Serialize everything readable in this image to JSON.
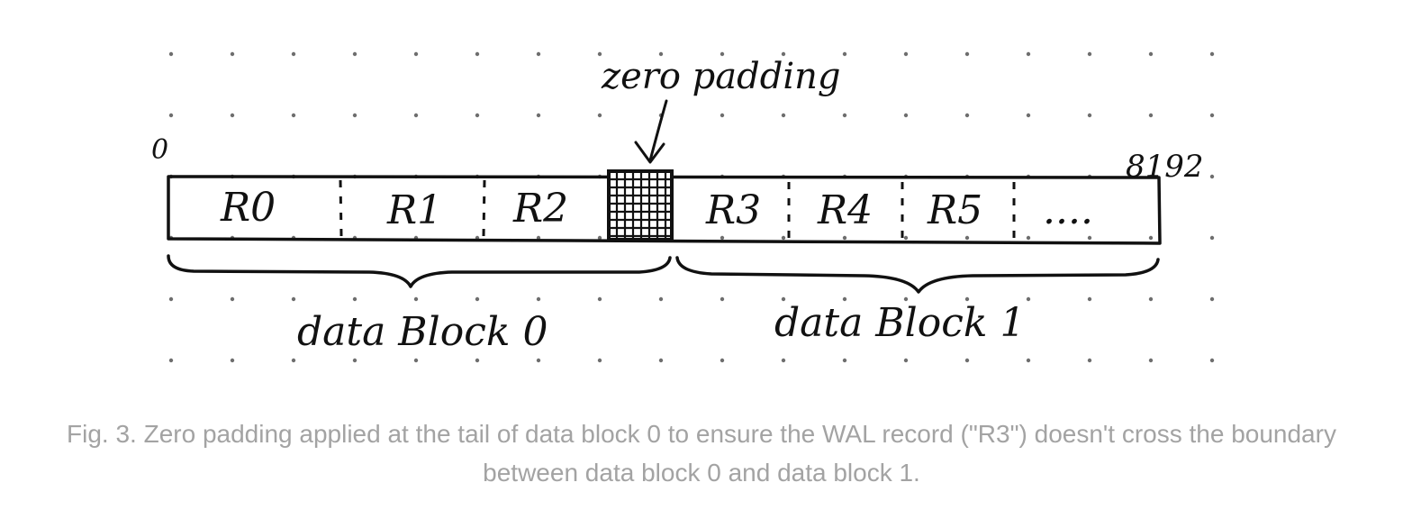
{
  "diagram": {
    "start_offset": "0",
    "end_offset": "8192",
    "padding_label": "zero padding",
    "block0": {
      "label": "data Block 0",
      "records": [
        "R0",
        "R1",
        "R2"
      ]
    },
    "block1": {
      "label": "data Block 1",
      "records": [
        "R3",
        "R4",
        "R5",
        "...."
      ]
    }
  },
  "caption": "Fig. 3. Zero padding applied at the tail of data block 0 to ensure the WAL record (\"R3\") doesn't cross the boundary between data block 0 and data block 1."
}
